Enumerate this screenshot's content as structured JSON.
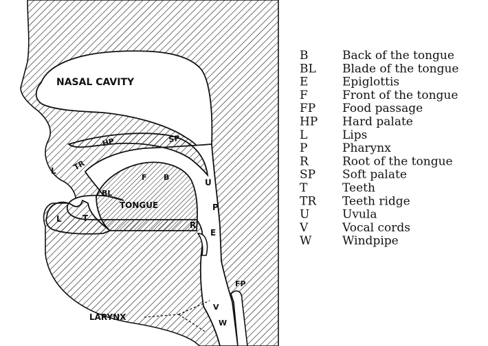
{
  "diagram": {
    "region_labels": {
      "nasal_cavity": "NASAL CAVITY",
      "tongue": "TONGUE",
      "larynx": "LARYNX"
    },
    "part_labels": {
      "hard_palate": "HP",
      "soft_palate": "SP",
      "teeth_ridge": "TR",
      "lips_upper": "L",
      "lips_lower": "L",
      "teeth_lower": "T",
      "blade": "BL",
      "front": "F",
      "back": "B",
      "uvula": "U",
      "pharynx": "P",
      "root": "R",
      "epiglottis": "E",
      "food_passage": "FP",
      "vocal_cords": "V",
      "windpipe": "W"
    }
  },
  "legend": [
    {
      "abbr": "B",
      "name": "Back of the tongue"
    },
    {
      "abbr": "BL",
      "name": "Blade of the tongue"
    },
    {
      "abbr": "E",
      "name": "Epiglottis"
    },
    {
      "abbr": "F",
      "name": "Front of the tongue"
    },
    {
      "abbr": "FP",
      "name": "Food passage"
    },
    {
      "abbr": "HP",
      "name": "Hard palate"
    },
    {
      "abbr": "L",
      "name": "Lips"
    },
    {
      "abbr": "P",
      "name": "Pharynx"
    },
    {
      "abbr": "R",
      "name": "Root of the tongue"
    },
    {
      "abbr": "SP",
      "name": "Soft palate"
    },
    {
      "abbr": "T",
      "name": "Teeth"
    },
    {
      "abbr": "TR",
      "name": "Teeth ridge"
    },
    {
      "abbr": "U",
      "name": "Uvula"
    },
    {
      "abbr": "V",
      "name": "Vocal cords"
    },
    {
      "abbr": "W",
      "name": "Windpipe"
    }
  ]
}
